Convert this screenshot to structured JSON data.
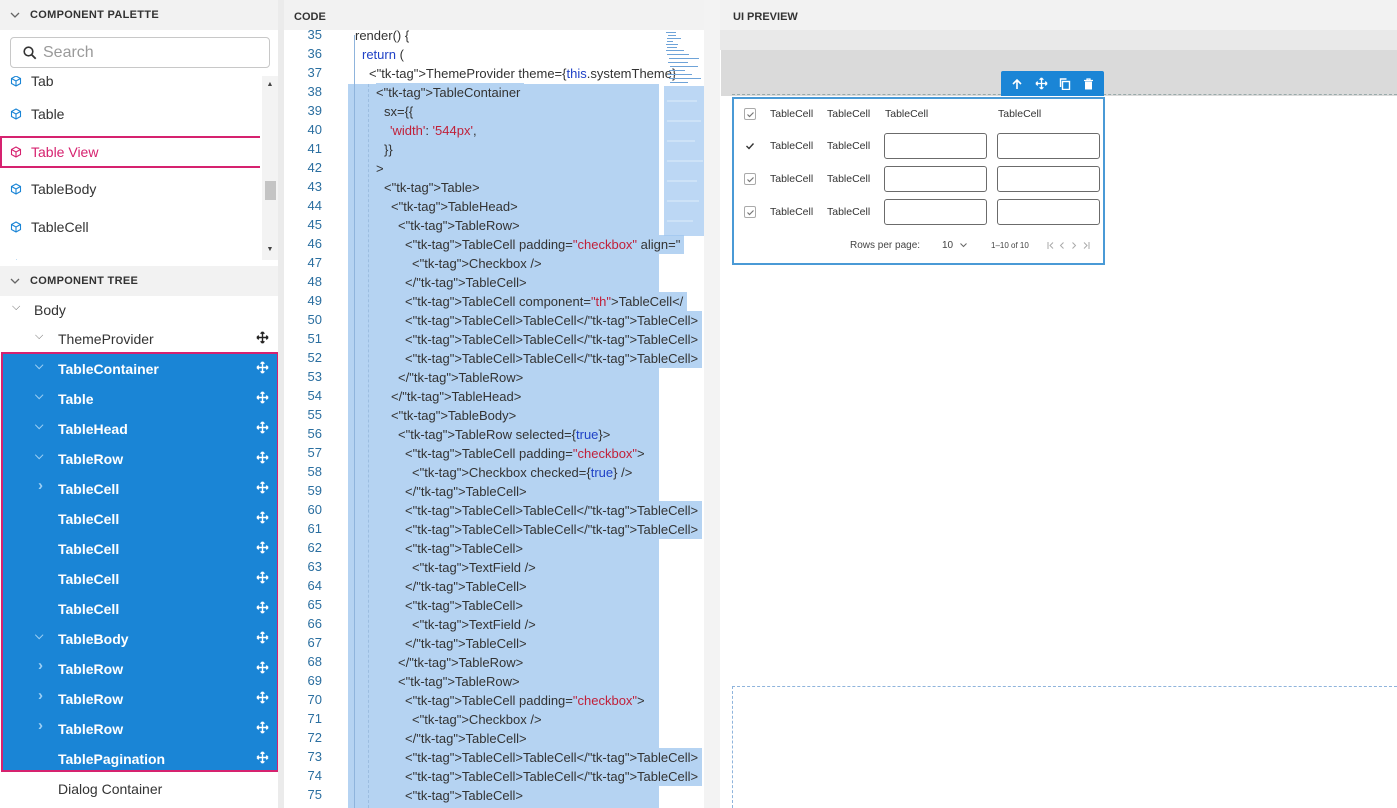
{
  "palette": {
    "title": "COMPONENT PALETTE",
    "search_placeholder": "Search",
    "items": [
      "Tab",
      "Table",
      "Table View",
      "TableBody",
      "TableCell"
    ]
  },
  "tree": {
    "title": "COMPONENT TREE",
    "nodes": [
      {
        "label": "Body"
      },
      {
        "label": "ThemeProvider"
      },
      {
        "label": "TableContainer"
      },
      {
        "label": "Table"
      },
      {
        "label": "TableHead"
      },
      {
        "label": "TableRow"
      },
      {
        "label": "TableCell"
      },
      {
        "label": "TableCell"
      },
      {
        "label": "TableCell"
      },
      {
        "label": "TableCell"
      },
      {
        "label": "TableCell"
      },
      {
        "label": "TableBody"
      },
      {
        "label": "TableRow"
      },
      {
        "label": "TableRow"
      },
      {
        "label": "TableRow"
      },
      {
        "label": "TablePagination"
      },
      {
        "label": "Dialog Container"
      }
    ]
  },
  "code": {
    "title": "CODE",
    "line_numbers": [
      "35",
      "36",
      "37",
      "38",
      "39",
      "40",
      "41",
      "42",
      "43",
      "44",
      "45",
      "46",
      "47",
      "48",
      "49",
      "50",
      "51",
      "52",
      "53",
      "54",
      "55",
      "56",
      "57",
      "58",
      "59",
      "60",
      "61",
      "62",
      "63",
      "64",
      "65",
      "66",
      "67",
      "68",
      "69",
      "70",
      "71",
      "72",
      "73",
      "74",
      "75"
    ],
    "lines": [
      "render() {",
      "return (",
      "<ThemeProvider theme={this.systemTheme}",
      "<TableContainer",
      "sx={{",
      "'width': '544px',",
      "}}",
      ">",
      "<Table>",
      "<TableHead>",
      "<TableRow>",
      "<TableCell padding=\"checkbox\" align=\"",
      "<Checkbox />",
      "</TableCell>",
      "<TableCell component=\"th\">TableCell</",
      "<TableCell>TableCell</TableCell>",
      "<TableCell>TableCell</TableCell>",
      "<TableCell>TableCell</TableCell>",
      "</TableRow>",
      "</TableHead>",
      "<TableBody>",
      "<TableRow selected={true}>",
      "<TableCell padding=\"checkbox\">",
      "<Checkbox checked={true} />",
      "</TableCell>",
      "<TableCell>TableCell</TableCell>",
      "<TableCell>TableCell</TableCell>",
      "<TableCell>",
      "<TextField />",
      "</TableCell>",
      "<TableCell>",
      "<TextField />",
      "</TableCell>",
      "</TableRow>",
      "<TableRow>",
      "<TableCell padding=\"checkbox\">",
      "<Checkbox />",
      "</TableCell>",
      "<TableCell>TableCell</TableCell>",
      "<TableCell>TableCell</TableCell>",
      "<TableCell>"
    ]
  },
  "preview": {
    "title": "UI PREVIEW",
    "header_cells": [
      "TableCell",
      "TableCell",
      "TableCell",
      "TableCell"
    ],
    "row_cells": [
      "TableCell",
      "TableCell"
    ],
    "rows_per_page_label": "Rows per page:",
    "rows_per_page_value": "10",
    "range": "1–10 of 10"
  },
  "colors": {
    "accent": "#1a85d6",
    "selection": "#d6226f",
    "code_sel": "#b5d3f2"
  }
}
